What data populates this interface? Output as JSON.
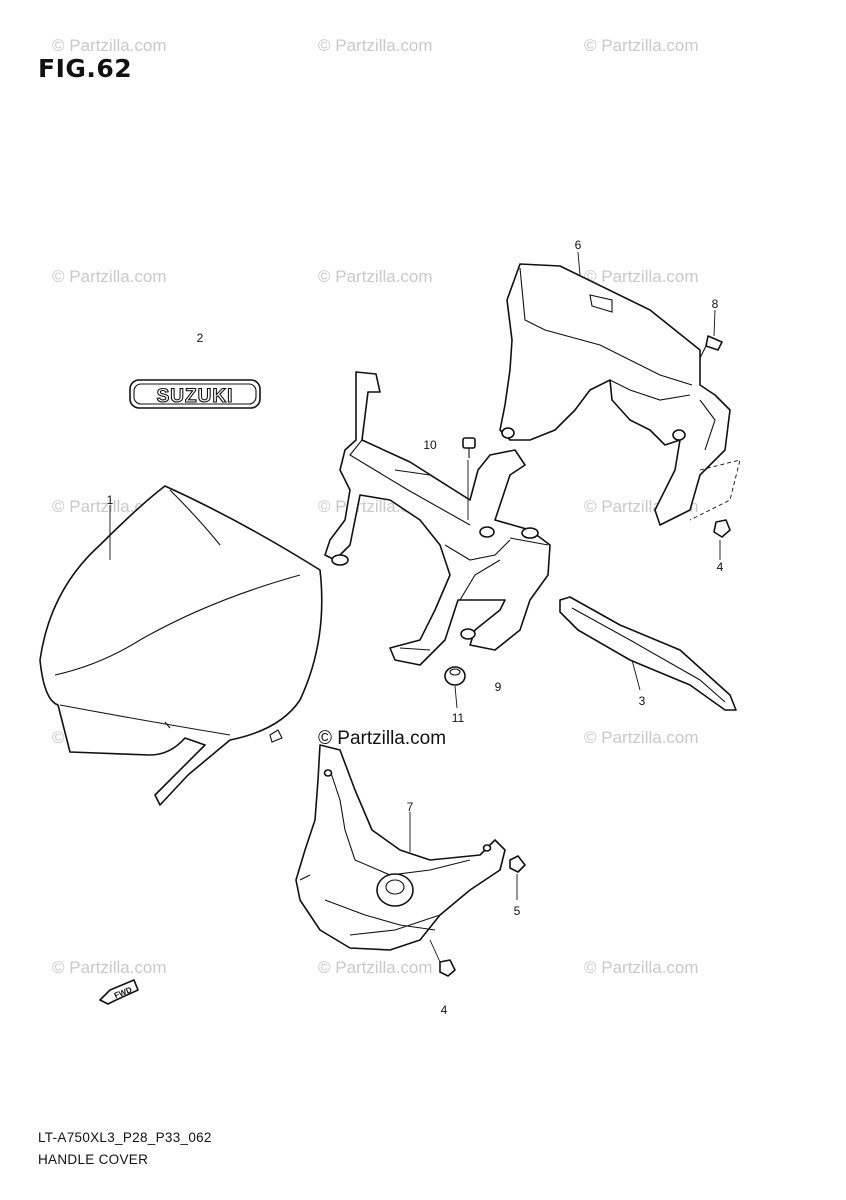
{
  "figure": {
    "title": "FIG.62",
    "watermark": "© Partzilla.com",
    "watermark_main": "© Partzilla.com",
    "emblem_text": "SUZUKI",
    "arrow_text": "FWD",
    "model_code": "LT-A750XL3_P28_P33_062",
    "section_name": "HANDLE COVER"
  },
  "callouts": [
    {
      "id": "callout-1",
      "label": "1"
    },
    {
      "id": "callout-2",
      "label": "2"
    },
    {
      "id": "callout-3",
      "label": "3"
    },
    {
      "id": "callout-4a",
      "label": "4"
    },
    {
      "id": "callout-4b",
      "label": "4"
    },
    {
      "id": "callout-5",
      "label": "5"
    },
    {
      "id": "callout-6",
      "label": "6"
    },
    {
      "id": "callout-7",
      "label": "7"
    },
    {
      "id": "callout-8",
      "label": "8"
    },
    {
      "id": "callout-9",
      "label": "9"
    },
    {
      "id": "callout-10",
      "label": "10"
    },
    {
      "id": "callout-11",
      "label": "11"
    }
  ],
  "colors": {
    "line": "#111111",
    "watermark": "#c9c9c9",
    "background": "#ffffff"
  }
}
